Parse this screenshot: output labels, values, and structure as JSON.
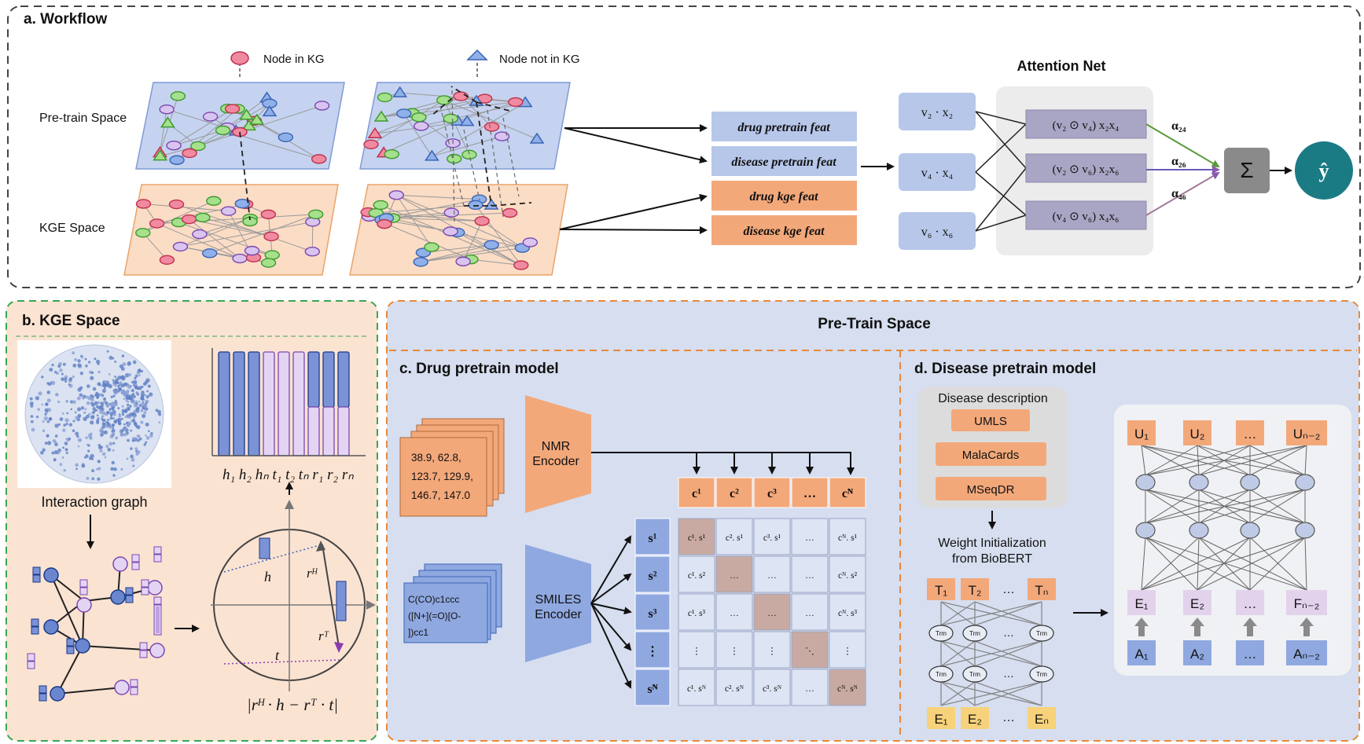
{
  "panel_a": {
    "title": "a. Workflow",
    "pretrain_space_label": "Pre-train Space",
    "kge_space_label": "KGE Space",
    "legend_node_in_kg": "Node in KG",
    "legend_node_not_in_kg": "Node not in KG",
    "features": [
      "drug pretrain feat",
      "disease pretrain feat",
      "drug kge feat",
      "disease kge feat"
    ],
    "attention_net_title": "Attention Net",
    "inputs": [
      "v₂ · x₂",
      "v₄ · x₄",
      "v₆ · x₆"
    ],
    "interactions": [
      "(v₂ ⊙ v₄) x₂x₄",
      "(v₂ ⊙ v₆) x₂x₆",
      "(v₄ ⊙ v₆) x₄x₆"
    ],
    "alphas": [
      "α₂₄",
      "α₂₆",
      "α₄₆"
    ],
    "sum_symbol": "Σ",
    "output_symbol": "ŷ"
  },
  "panel_b": {
    "title": "b. KGE Space",
    "interaction_graph_label": "Interaction graph",
    "embedding_label": "h₁ h₂ hₙ t₁ t₂ tₙ r₁ r₂ rₙ",
    "label_h": "h",
    "label_rH": "rᴴ",
    "label_rT": "rᵀ",
    "label_t": "t",
    "formula": "|rᴴ · h − rᵀ · t|"
  },
  "pretrain": {
    "title": "Pre-Train Space"
  },
  "panel_c": {
    "title": "c. Drug pretrain model",
    "nmr_lines": [
      "38.9, 62.8,",
      "123.7, 129.9,",
      "146.7, 147.0"
    ],
    "nmr_encoder": [
      "NMR",
      "Encoder"
    ],
    "smiles_lines": [
      "C(CO)c1ccc",
      "([N+](=O)[O-",
      "])cc1"
    ],
    "smiles_encoder": [
      "SMILES",
      "Encoder"
    ],
    "col_headers": [
      "c¹",
      "c²",
      "c³",
      "…",
      "cᴺ"
    ],
    "row_headers": [
      "s¹",
      "s²",
      "s³",
      "⋮",
      "sᴺ"
    ],
    "matrix": [
      [
        "c¹. s¹",
        "c². s¹",
        "c³. s¹",
        "…",
        "cᴺ. s¹"
      ],
      [
        "c¹. s²",
        "…",
        "…",
        "…",
        "cᴺ. s²"
      ],
      [
        "c¹. s³",
        "…",
        "…",
        "…",
        "cᴺ. s³"
      ],
      [
        "⋮",
        "⋮",
        "⋮",
        "⋱",
        "⋮"
      ],
      [
        "c¹. sᴺ",
        "c². sᴺ",
        "c³. sᴺ",
        "…",
        "cᴺ. sᴺ"
      ]
    ],
    "colors": {
      "header_orange": "#f3a87a",
      "header_blue": "#8fa8e0",
      "diag_cell": "#c8aaa2",
      "cell": "#dde4f3"
    }
  },
  "panel_d": {
    "title": "d. Disease pretrain model",
    "description_title": "Disease description",
    "sources": [
      "UMLS",
      "MalaCards",
      "MSeqDR"
    ],
    "weight_init": [
      "Weight Initialization",
      "from BioBERT"
    ],
    "bert_top": [
      "T₁",
      "T₂",
      "…",
      "Tₙ"
    ],
    "bert_bottom": [
      "E₁",
      "E₂",
      "…",
      "Eₙ"
    ],
    "trm_label": "Trm",
    "mlp_top": [
      "U₁",
      "U₂",
      "…",
      "Uₙ₋₂"
    ],
    "mlp_mid": [
      "E₁",
      "E₂",
      "…",
      "Fₙ₋₂"
    ],
    "mlp_bottom": [
      "A₁",
      "A₂",
      "…",
      "Aₙ₋₂"
    ]
  }
}
